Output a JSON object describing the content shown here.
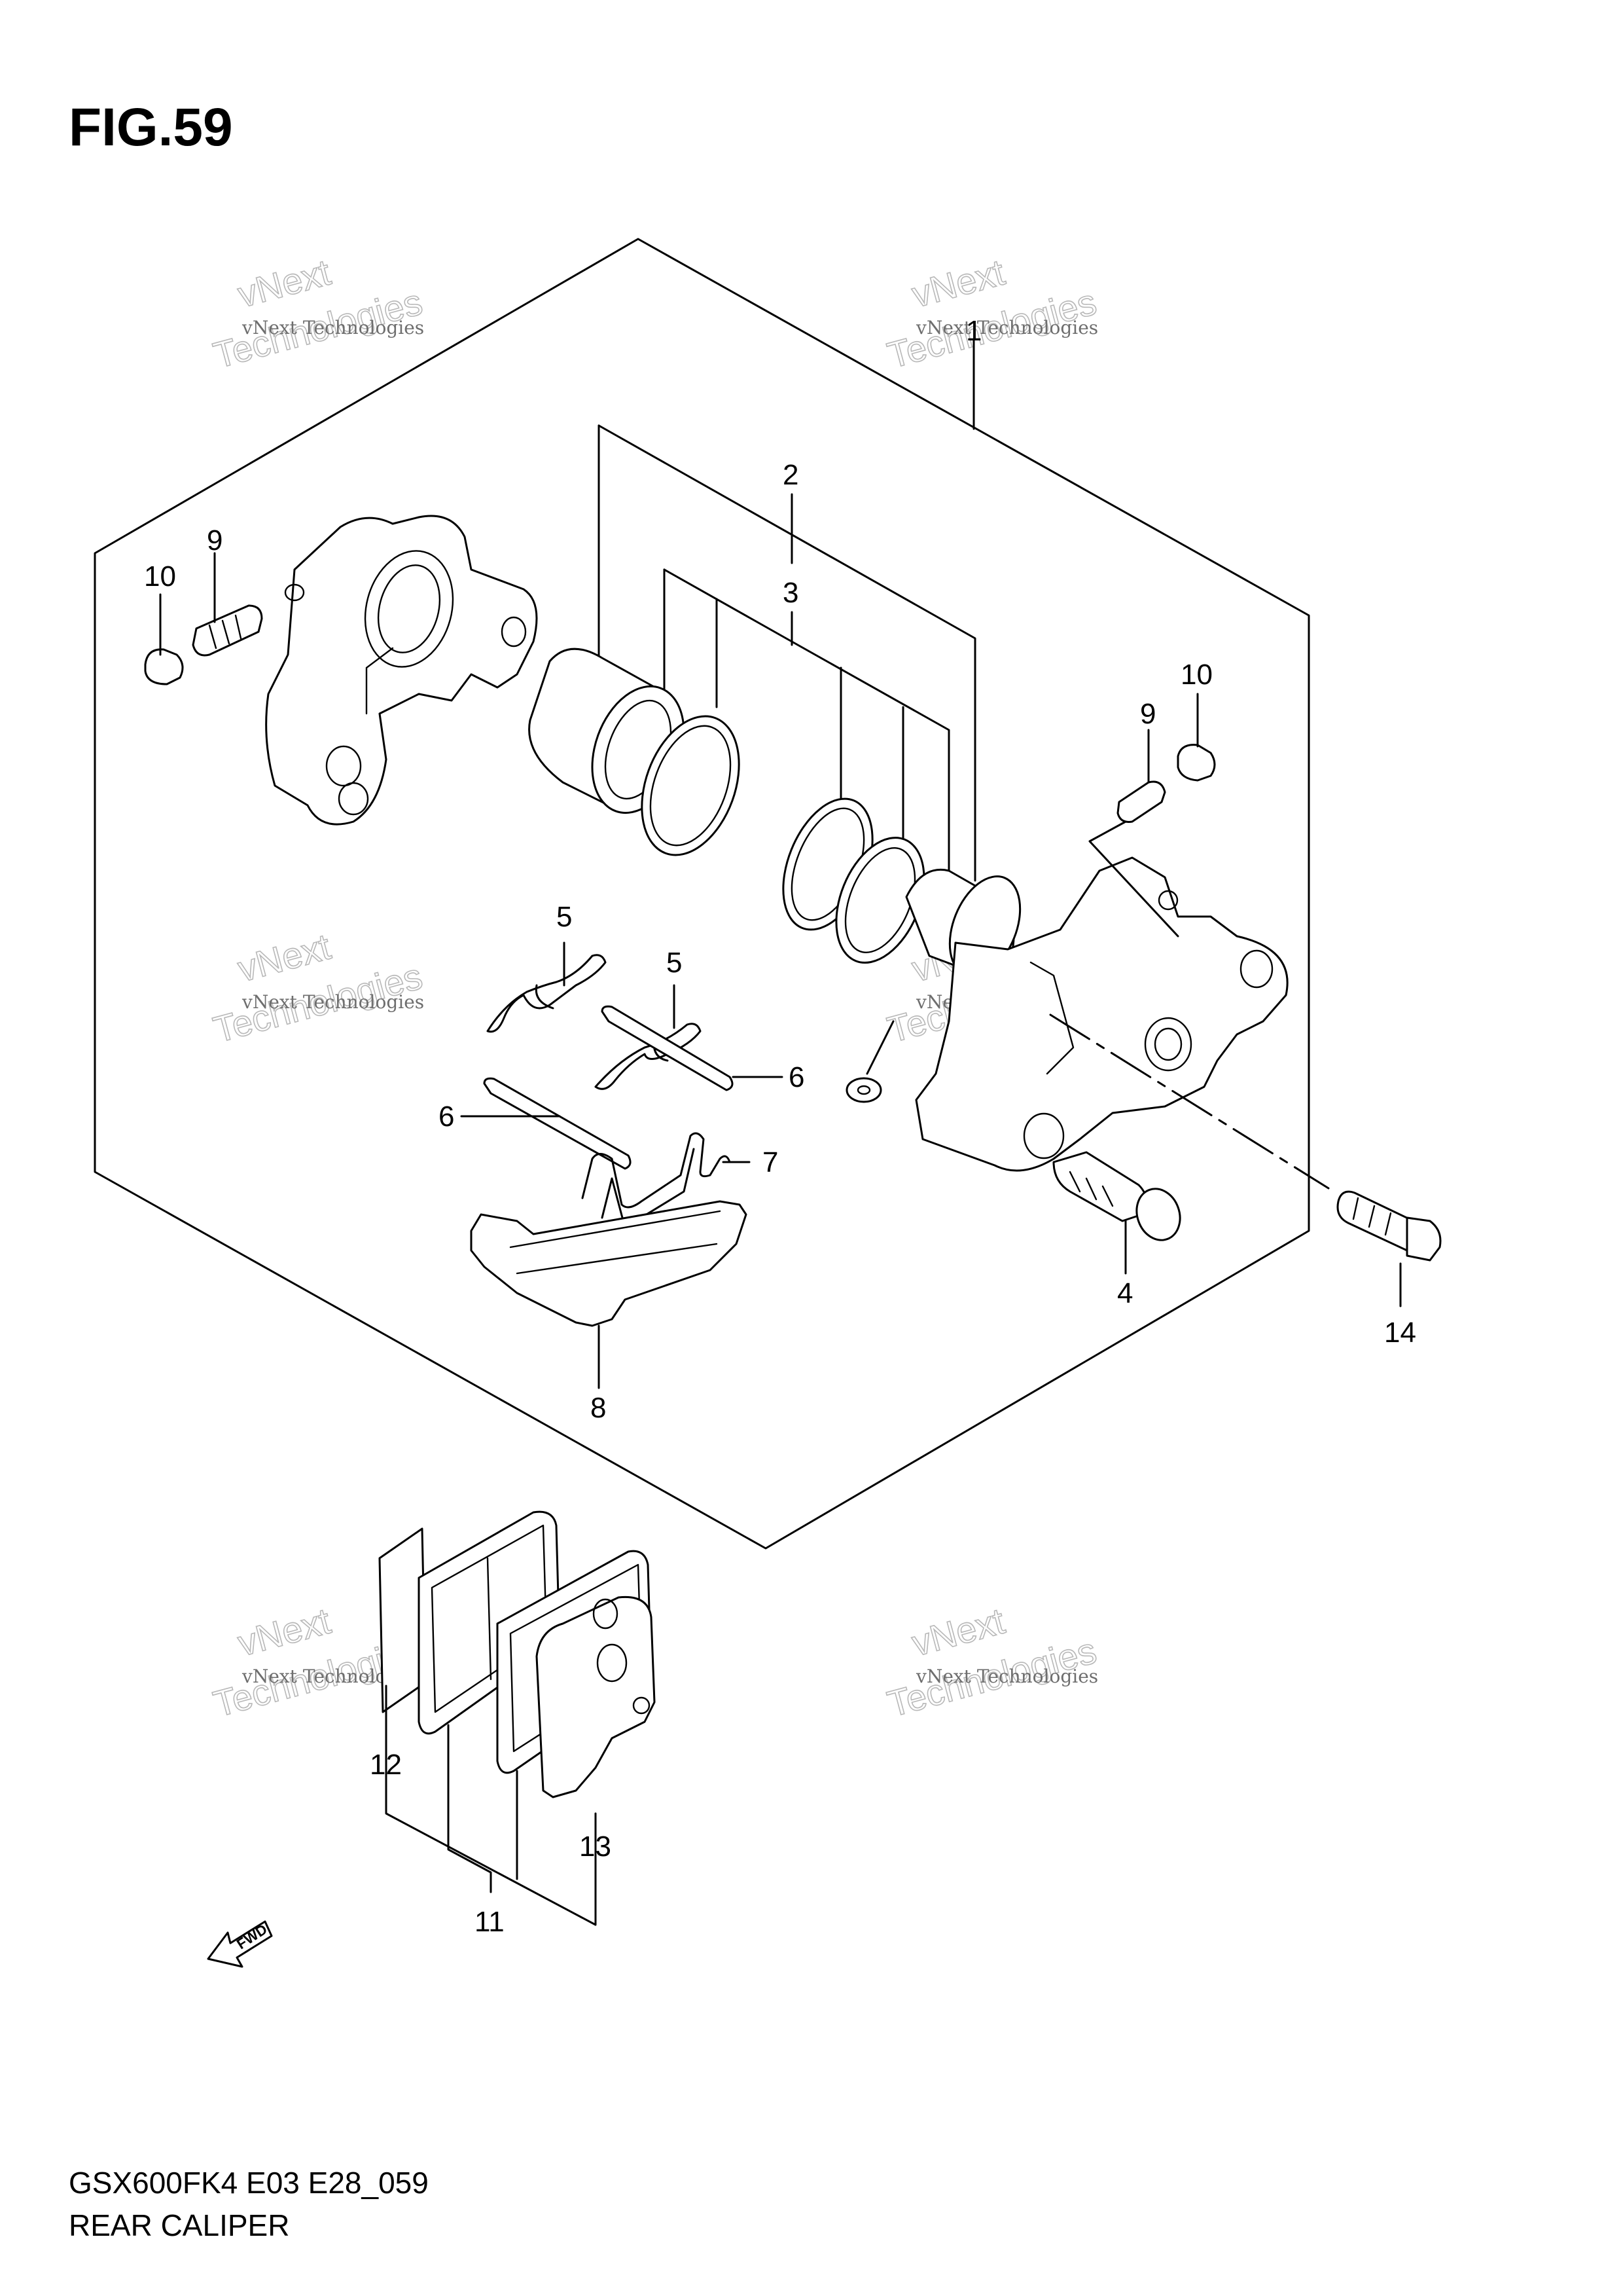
{
  "figure": {
    "title": "FIG.59"
  },
  "callouts": [
    {
      "id": "c1",
      "text": "1"
    },
    {
      "id": "c2",
      "text": "2"
    },
    {
      "id": "c3",
      "text": "3"
    },
    {
      "id": "c4",
      "text": "4"
    },
    {
      "id": "c5a",
      "text": "5"
    },
    {
      "id": "c5b",
      "text": "5"
    },
    {
      "id": "c6a",
      "text": "6"
    },
    {
      "id": "c6b",
      "text": "6"
    },
    {
      "id": "c7",
      "text": "7"
    },
    {
      "id": "c8",
      "text": "8"
    },
    {
      "id": "c9a",
      "text": "9"
    },
    {
      "id": "c9b",
      "text": "9"
    },
    {
      "id": "c10a",
      "text": "10"
    },
    {
      "id": "c10b",
      "text": "10"
    },
    {
      "id": "c11",
      "text": "11"
    },
    {
      "id": "c12",
      "text": "12"
    },
    {
      "id": "c13",
      "text": "13"
    },
    {
      "id": "c14",
      "text": "14"
    }
  ],
  "watermark": {
    "line1": "vNext Technologies",
    "line2": "vNext",
    "line3": "Technologies"
  },
  "fwd_label": "FWD",
  "footer": {
    "model_code": "GSX600FK4 E03 E28_059",
    "diagram_name": "REAR CALIPER"
  }
}
